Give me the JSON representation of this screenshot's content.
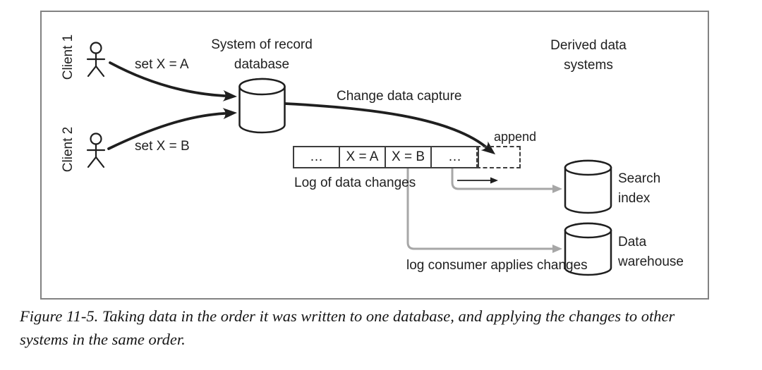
{
  "figure": {
    "clients": [
      {
        "label": "Client 1",
        "action": "set X = A"
      },
      {
        "label": "Client 2",
        "action": "set X = B"
      }
    ],
    "source_db_label": "System of record database",
    "cdc_label": "Change data capture",
    "append_label": "append",
    "log": {
      "cells": [
        "…",
        "X = A",
        "X = B",
        "…"
      ],
      "caption": "Log of data changes"
    },
    "derived_title": "Derived data systems",
    "derived_systems": [
      {
        "label": "Search index"
      },
      {
        "label": "Data warehouse"
      }
    ],
    "consumer_label": "log consumer applies changes"
  },
  "caption": "Figure 11-5. Taking data in the order it was written to one database, and applying the changes to other systems in the same order.",
  "icons": {
    "client": "stick-figure-icon",
    "database": "cylinder-icon"
  },
  "colors": {
    "ink": "#1f1f1f",
    "gray_arrow": "#a7a7a7",
    "frame_border": "#828282",
    "log_border": "#3d3d3d",
    "background": "#ffffff"
  }
}
